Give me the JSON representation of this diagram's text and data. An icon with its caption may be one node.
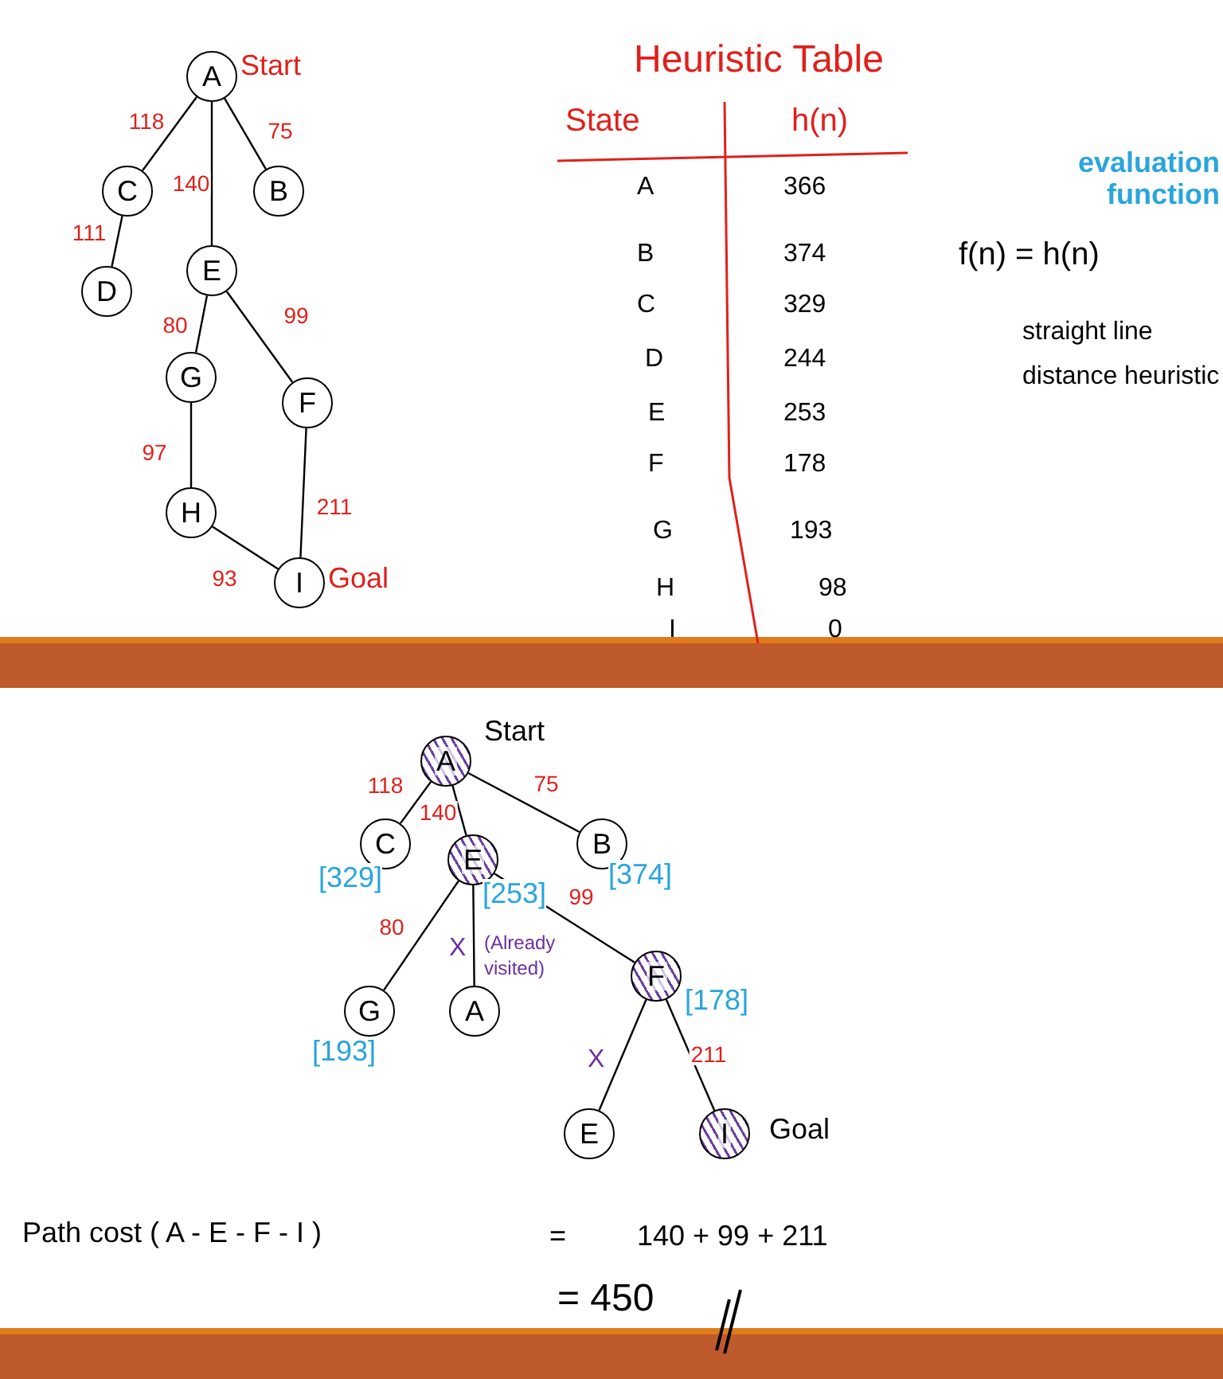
{
  "diagram": {
    "nodes": [
      {
        "text": [
          "A"
        ],
        "beside": [
          "Start"
        ]
      },
      {
        "text": [
          "C"
        ]
      },
      {
        "text": [
          "B"
        ]
      },
      {
        "text": [
          "D"
        ]
      },
      {
        "text": [
          "E"
        ]
      },
      {
        "text": [
          "G"
        ]
      },
      {
        "text": [
          "F"
        ]
      },
      {
        "text": [
          "H"
        ]
      },
      {
        "text": [
          "I"
        ],
        "beside": [
          "Goal"
        ]
      },
      {
        "text": [
          "A"
        ],
        "beside": [
          "Start"
        ]
      },
      {
        "text": [
          "C"
        ],
        "beside": [
          "[329]"
        ]
      },
      {
        "text": [
          "E"
        ],
        "beside": [
          "[253]"
        ]
      },
      {
        "text": [
          "B"
        ],
        "beside": [
          "[374]"
        ]
      },
      {
        "text": [
          "G"
        ],
        "beside": [
          "[193]"
        ]
      },
      {
        "text": [
          "A"
        ]
      },
      {
        "text": [
          "F"
        ],
        "beside": [
          "[178]"
        ]
      },
      {
        "text": [
          "E"
        ]
      },
      {
        "text": [
          "I"
        ],
        "beside": [
          "Goal"
        ]
      },
      {
        "text": [],
        "shape": "bar"
      },
      {
        "text": [],
        "shape": "bar"
      }
    ],
    "edges": [
      {
        "from": 0,
        "to": 1,
        "arrow": "none",
        "label": "118"
      },
      {
        "from": 0,
        "to": 4,
        "arrow": "none",
        "label": "140"
      },
      {
        "from": 0,
        "to": 2,
        "arrow": "none",
        "label": "75"
      },
      {
        "from": 1,
        "to": 3,
        "arrow": "none",
        "label": "111"
      },
      {
        "from": 4,
        "to": 5,
        "arrow": "none",
        "label": "80"
      },
      {
        "from": 4,
        "to": 6,
        "arrow": "none",
        "label": "99"
      },
      {
        "from": 5,
        "to": 7,
        "arrow": "none",
        "label": "97"
      },
      {
        "from": 6,
        "to": 8,
        "arrow": "none",
        "label": "211"
      },
      {
        "from": 7,
        "to": 8,
        "arrow": "none",
        "label": "93"
      },
      {
        "from": 9,
        "to": 10,
        "arrow": "none",
        "label": "118"
      },
      {
        "from": 9,
        "to": 11,
        "arrow": "none",
        "label": "140"
      },
      {
        "from": 9,
        "to": 12,
        "arrow": "none",
        "label": "75"
      },
      {
        "from": 11,
        "to": 13,
        "arrow": "none",
        "label": "80"
      },
      {
        "from": 11,
        "to": 14,
        "arrow": "none"
      },
      {
        "from": 11,
        "to": 15,
        "arrow": "none",
        "label": "99"
      },
      {
        "from": 15,
        "to": 16,
        "arrow": "none"
      },
      {
        "from": 15,
        "to": 17,
        "arrow": "none",
        "label": "211"
      }
    ],
    "labels": [
      "Heuristic Table",
      "State",
      "h(n)",
      "A",
      "366",
      "B",
      "374",
      "C",
      "329",
      "D",
      "244",
      "E",
      "253",
      "F",
      "178",
      "G",
      "193",
      "H",
      "98",
      "I",
      "0",
      "evaluation function",
      "f(n) = h(n)",
      "straight line distance heuristic",
      "X",
      "(Already visited)",
      "X",
      "Path cost ( A - E - F - I )",
      "=",
      "140 + 99 + 211",
      "= 450"
    ]
  }
}
